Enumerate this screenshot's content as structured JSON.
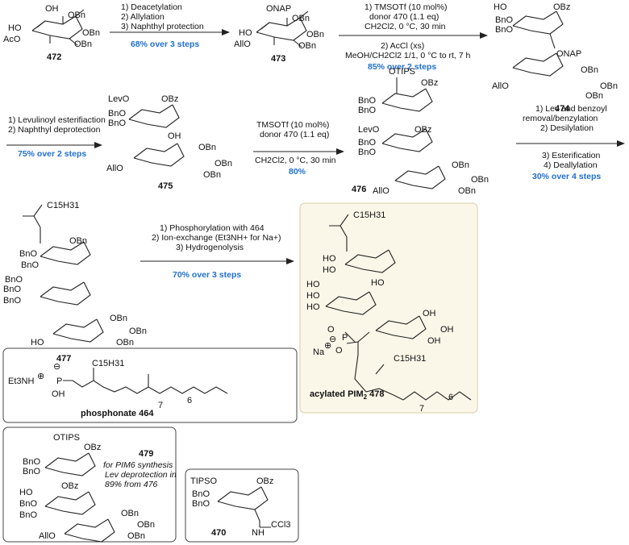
{
  "compounds": {
    "c472": "472",
    "c473": "473",
    "c474": "474",
    "c475": "475",
    "c476": "476",
    "c477": "477",
    "c478_name": "acylated PIM",
    "c478_sub": "2",
    "c478_num": "478",
    "c464_name": "phosphonate",
    "c464_num": "464",
    "c479": "479",
    "c470": "470"
  },
  "steps": {
    "s1": [
      "1) Deacetylation",
      "2) Allylation",
      "3) Naphthyl protection"
    ],
    "s1_yield": "68% over 3 steps",
    "s2a": [
      "1) TMSOTf (10 mol%)",
      "donor 470 (1.1 eq)",
      "CH2Cl2, 0 °C, 30 min"
    ],
    "s2b": [
      "2) AcCl (xs)",
      "MeOH/CH2Cl2 1/1, 0 °C to rt, 7 h"
    ],
    "s2_yield": "85% over 2 steps",
    "s3": [
      "1) Levulinoyl esterifiaction",
      "2) Naphthyl deprotection"
    ],
    "s3_yield": "75% over 2 steps",
    "s4": [
      "TMSOTf (10 mol%)",
      "donor 470 (1.1 eq)",
      "CH2Cl2, 0 °C, 30 min"
    ],
    "s4_yield": "80%",
    "s5": [
      "1) Lev and benzoyl",
      "removal/benzylation",
      "2) Desilylation",
      "3) Esterification",
      "4) Deallylation"
    ],
    "s5_yield": "30% over 4 steps",
    "s6": [
      "1) Phosphorylation with 464",
      "2) Ion-exchange (Et3NH+ for Na+)",
      "3) Hydrogenolysis"
    ],
    "s6_yield": "70% over 3 steps"
  },
  "note479": [
    "for PIM6 synthesis",
    "Lev deprotection in",
    "89% from 476"
  ],
  "groups": {
    "OH": "OH",
    "OBn": "OBn",
    "BnO": "BnO",
    "AcO": "AcO",
    "HO": "HO",
    "AllO": "AllO",
    "ONAP": "ONAP",
    "OBz": "OBz",
    "LevO": "LevO",
    "OTIPS": "OTIPS",
    "TIPSO": "TIPSO",
    "C15H31": "C15H31",
    "Na": "Na",
    "Et3NH": "Et3NH",
    "O": "O",
    "P": "P",
    "CCl3": "CCl3",
    "NH": "NH",
    "seven": "7",
    "six": "6",
    "plus": "⊕",
    "minus": "⊖"
  }
}
